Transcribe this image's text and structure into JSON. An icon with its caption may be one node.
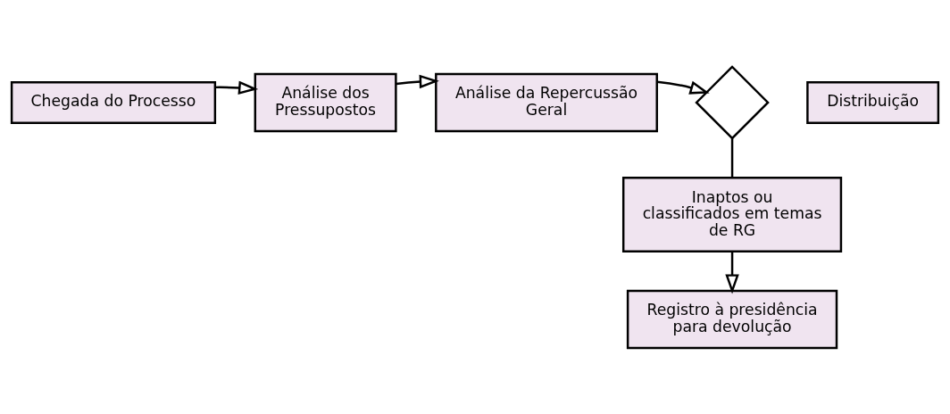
{
  "diagram": {
    "nodes": [
      {
        "text": [
          "Chegada do Processo"
        ]
      },
      {
        "text": [
          "Análise dos Pressupostos"
        ]
      },
      {
        "text": [
          "Análise da Repercussão Geral"
        ]
      },
      {
        "text": [],
        "shape": "diamond"
      },
      {
        "text": [
          "Distribuição"
        ]
      },
      {
        "text": [
          "Inaptos ou classificados em temas de RG"
        ]
      },
      {
        "text": [
          "Registro à presidência para devolução"
        ]
      }
    ],
    "edges": [
      {
        "from": 0,
        "to": 1,
        "arrow": "to"
      },
      {
        "from": 1,
        "to": 2,
        "arrow": "to"
      },
      {
        "from": 2,
        "to": 3,
        "arrow": "to"
      },
      {
        "from": 3,
        "to": 5,
        "arrow": "none"
      },
      {
        "from": 5,
        "to": 6,
        "arrow": "to"
      }
    ]
  }
}
